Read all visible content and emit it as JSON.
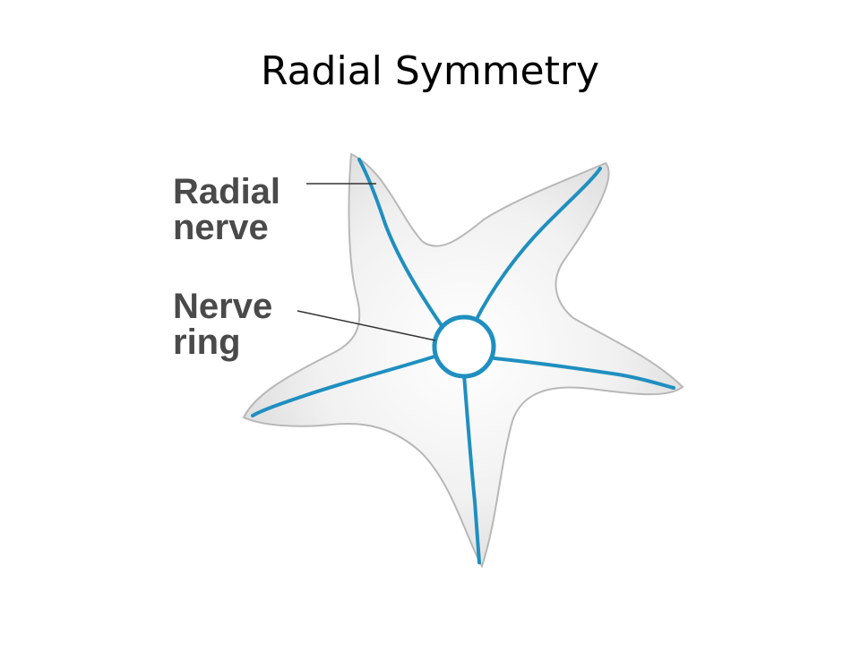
{
  "slide": {
    "title": "Radial Symmetry"
  },
  "diagram": {
    "labels": {
      "radial_nerve": [
        "Radial",
        "nerve"
      ],
      "nerve_ring": [
        "Nerve",
        "ring"
      ]
    },
    "colors": {
      "body_fill": "#ececec",
      "body_outline": "#b8b8b8",
      "nerve": "#1f8fc0",
      "leader": "#333333",
      "label_text": "#4a4a4a"
    }
  }
}
